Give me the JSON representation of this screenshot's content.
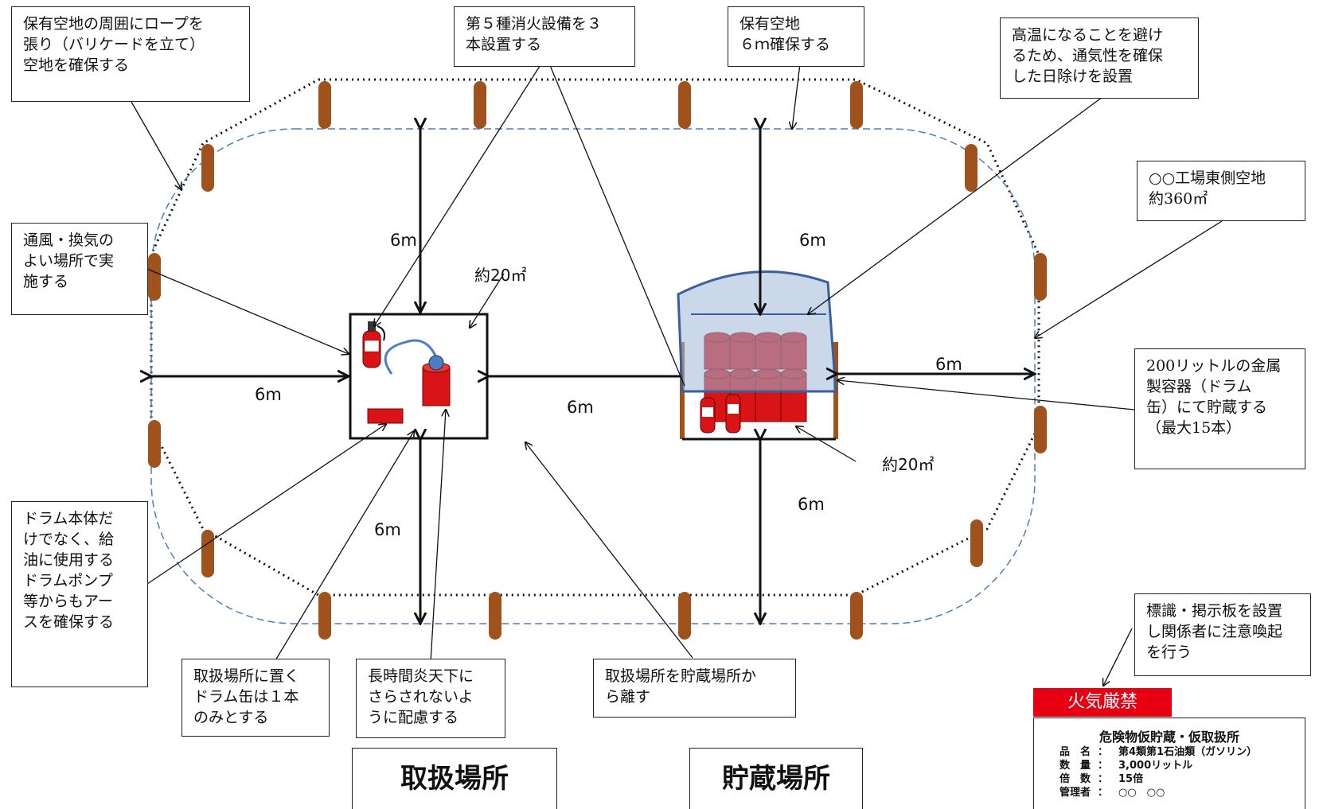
{
  "callouts": {
    "rope": "保有空地の周囲にロープを\n張り（バリケードを立て）\n空地を確保する",
    "extinguisher": "第５種消火設備を３\n本設置する",
    "space": "保有空地\n６ｍ確保する",
    "shade": "高温になることを避け\nるため、通気性を確保\nした日除けを設置",
    "site": "○○工場東側空地\n約360㎡",
    "ventilation": "通風・換気の\nよい場所で実\n施する",
    "drum": "200リットルの金属\n製容器（ドラム\n缶）にて貯蔵する\n（最大15本）",
    "earth": "ドラム本体だ\nけでなく、給\n油に使用する\nドラムポンプ\n等からもアー\nスを確保する",
    "one_drum": "取扱場所に置く\nドラム缶は１本\nのみとする",
    "sun": "長時間炎天下に\nさらされないよ\nうに配慮する",
    "separate": "取扱場所を貯蔵場所か\nら離す",
    "sign": "標識・掲示板を設置\nし関係者に注意喚起\nを行う"
  },
  "dimensions": {
    "d1": "6m",
    "d2": "6m",
    "d3": "6m",
    "d4": "6m",
    "d5": "6m",
    "d6": "6m",
    "d7": "6m"
  },
  "areas": {
    "handling": "約20㎡",
    "storage": "約20㎡"
  },
  "zones": {
    "handling": "取扱場所",
    "storage": "貯蔵場所"
  },
  "sign_board": {
    "header": "火気厳禁",
    "title": "危険物仮貯蔵・仮取扱所",
    "rows": [
      {
        "key": "品　名",
        "value": "第4類第1石油類（ガソリン）"
      },
      {
        "key": "数　量",
        "value": "3,000リットル"
      },
      {
        "key": "倍　数",
        "value": "15倍"
      },
      {
        "key": "管理者",
        "value": "○○　○○"
      }
    ]
  },
  "colors": {
    "post": "#a0521c",
    "drum": "#d91416",
    "tent": "#9fb8d8",
    "tent_edge": "#3a5f9a",
    "inner_boundary": "#4a7fc1",
    "sign_red": "#e60012"
  }
}
